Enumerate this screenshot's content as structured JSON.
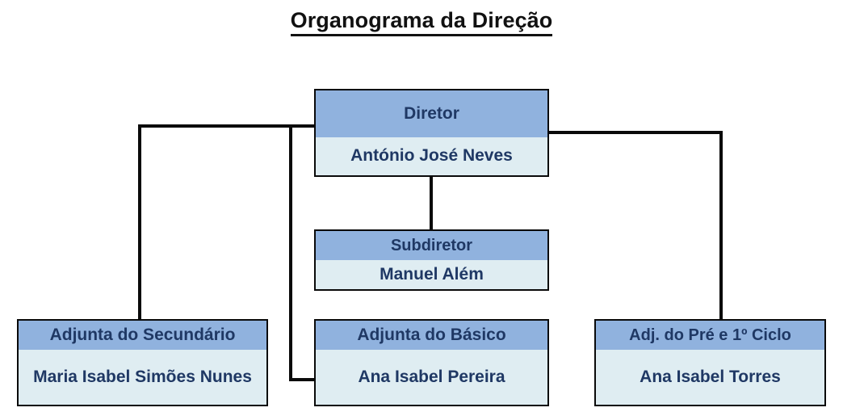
{
  "chart_data": {
    "type": "diagram",
    "diagram_type": "org-chart",
    "title": "Organograma da Direção",
    "colors": {
      "header_fill": "#90b2de",
      "body_fill": "#dfedf2",
      "node_text": "#1f3864",
      "border": "#0a0a0a",
      "title_text": "#111111",
      "connector": "#0a0a0a",
      "background": "#ffffff"
    },
    "nodes": [
      {
        "id": "diretor",
        "role": "Diretor",
        "person": "António José Neves"
      },
      {
        "id": "subdiretor",
        "role": "Subdiretor",
        "person": "Manuel Além"
      },
      {
        "id": "adjunta-secundario",
        "role": "Adjunta do Secundário",
        "person": "Maria Isabel Simões Nunes"
      },
      {
        "id": "adjunta-basico",
        "role": "Adjunta do Básico",
        "person": "Ana Isabel Pereira"
      },
      {
        "id": "adj-pre-ciclo",
        "role": "Adj. do Pré e 1º Ciclo",
        "person": "Ana Isabel Torres"
      }
    ],
    "edges": [
      {
        "from": "diretor",
        "to": "subdiretor",
        "style": "vertical-drop"
      },
      {
        "from": "diretor",
        "to": "adjunta-secundario",
        "style": "left-elbow"
      },
      {
        "from": "diretor",
        "to": "adjunta-basico",
        "style": "left-elbow-lower"
      },
      {
        "from": "diretor",
        "to": "adj-pre-ciclo",
        "style": "right-elbow"
      }
    ]
  },
  "title": {
    "text": "Organograma da Direção"
  },
  "nodes": {
    "diretor": {
      "role": "Diretor",
      "person": "António José Neves"
    },
    "subdiretor": {
      "role": "Subdiretor",
      "person": "Manuel Além"
    },
    "adjunta_secundario": {
      "role": "Adjunta do Secundário",
      "person": "Maria Isabel Simões Nunes"
    },
    "adjunta_basico": {
      "role": "Adjunta do Básico",
      "person": "Ana Isabel Pereira"
    },
    "adj_pre_ciclo": {
      "role": "Adj. do Pré e 1º Ciclo",
      "person": "Ana Isabel Torres"
    }
  }
}
